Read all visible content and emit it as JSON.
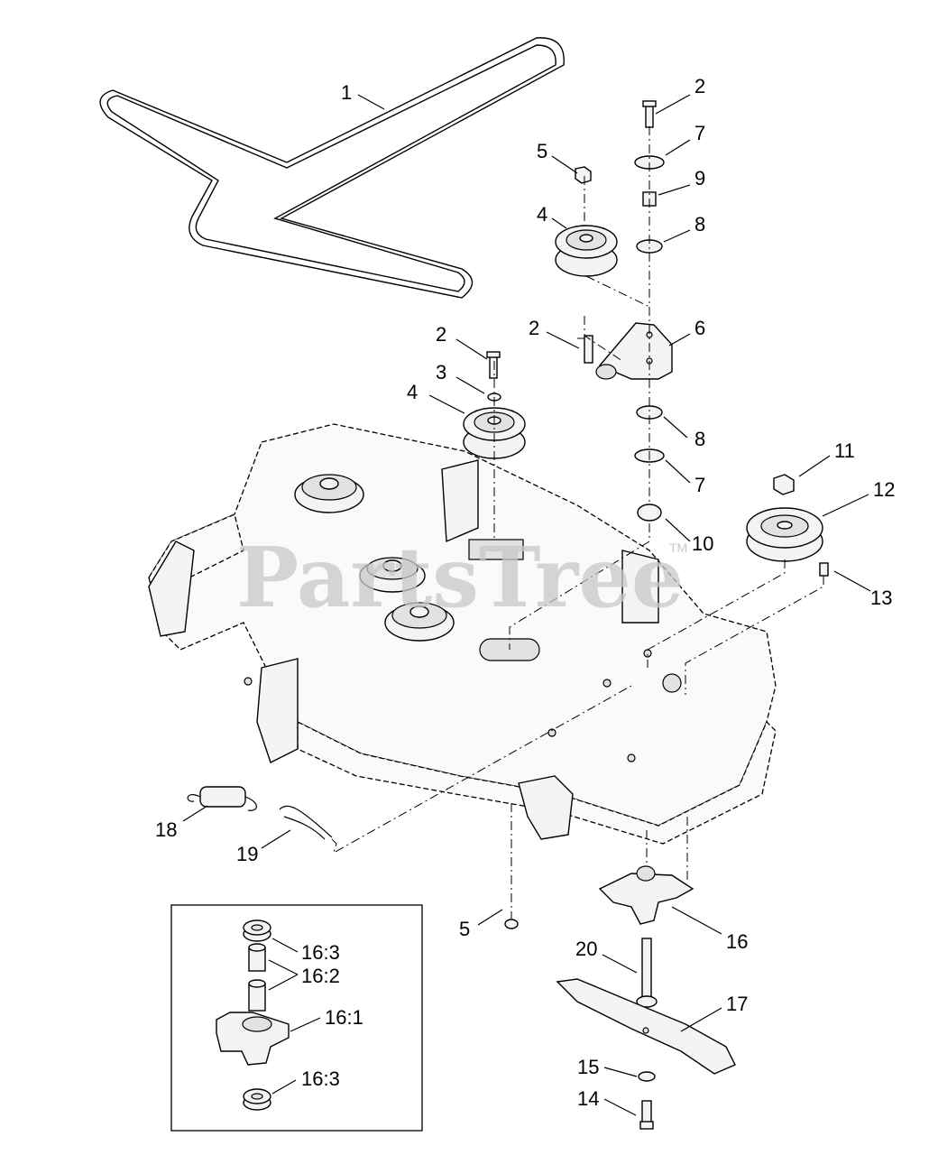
{
  "watermark": {
    "text": "PartsTree",
    "trademark": "TM"
  },
  "callouts": [
    {
      "id": "c1",
      "text": "1"
    },
    {
      "id": "c2a",
      "text": "2"
    },
    {
      "id": "c7a",
      "text": "7"
    },
    {
      "id": "c5a",
      "text": "5"
    },
    {
      "id": "c9",
      "text": "9"
    },
    {
      "id": "c4a",
      "text": "4"
    },
    {
      "id": "c8a",
      "text": "8"
    },
    {
      "id": "c2b",
      "text": "2"
    },
    {
      "id": "c6",
      "text": "6"
    },
    {
      "id": "c2c",
      "text": "2"
    },
    {
      "id": "c3",
      "text": "3"
    },
    {
      "id": "c4b",
      "text": "4"
    },
    {
      "id": "c8b",
      "text": "8"
    },
    {
      "id": "c11",
      "text": "11"
    },
    {
      "id": "c7b",
      "text": "7"
    },
    {
      "id": "c12",
      "text": "12"
    },
    {
      "id": "c10",
      "text": "10"
    },
    {
      "id": "c13",
      "text": "13"
    },
    {
      "id": "c18",
      "text": "18"
    },
    {
      "id": "c19",
      "text": "19"
    },
    {
      "id": "c5b",
      "text": "5"
    },
    {
      "id": "c16",
      "text": "16"
    },
    {
      "id": "c20",
      "text": "20"
    },
    {
      "id": "c17",
      "text": "17"
    },
    {
      "id": "c15",
      "text": "15"
    },
    {
      "id": "c14",
      "text": "14"
    },
    {
      "id": "c163a",
      "text": "16:3"
    },
    {
      "id": "c162",
      "text": "16:2"
    },
    {
      "id": "c161",
      "text": "16:1"
    },
    {
      "id": "c163b",
      "text": "16:3"
    }
  ]
}
